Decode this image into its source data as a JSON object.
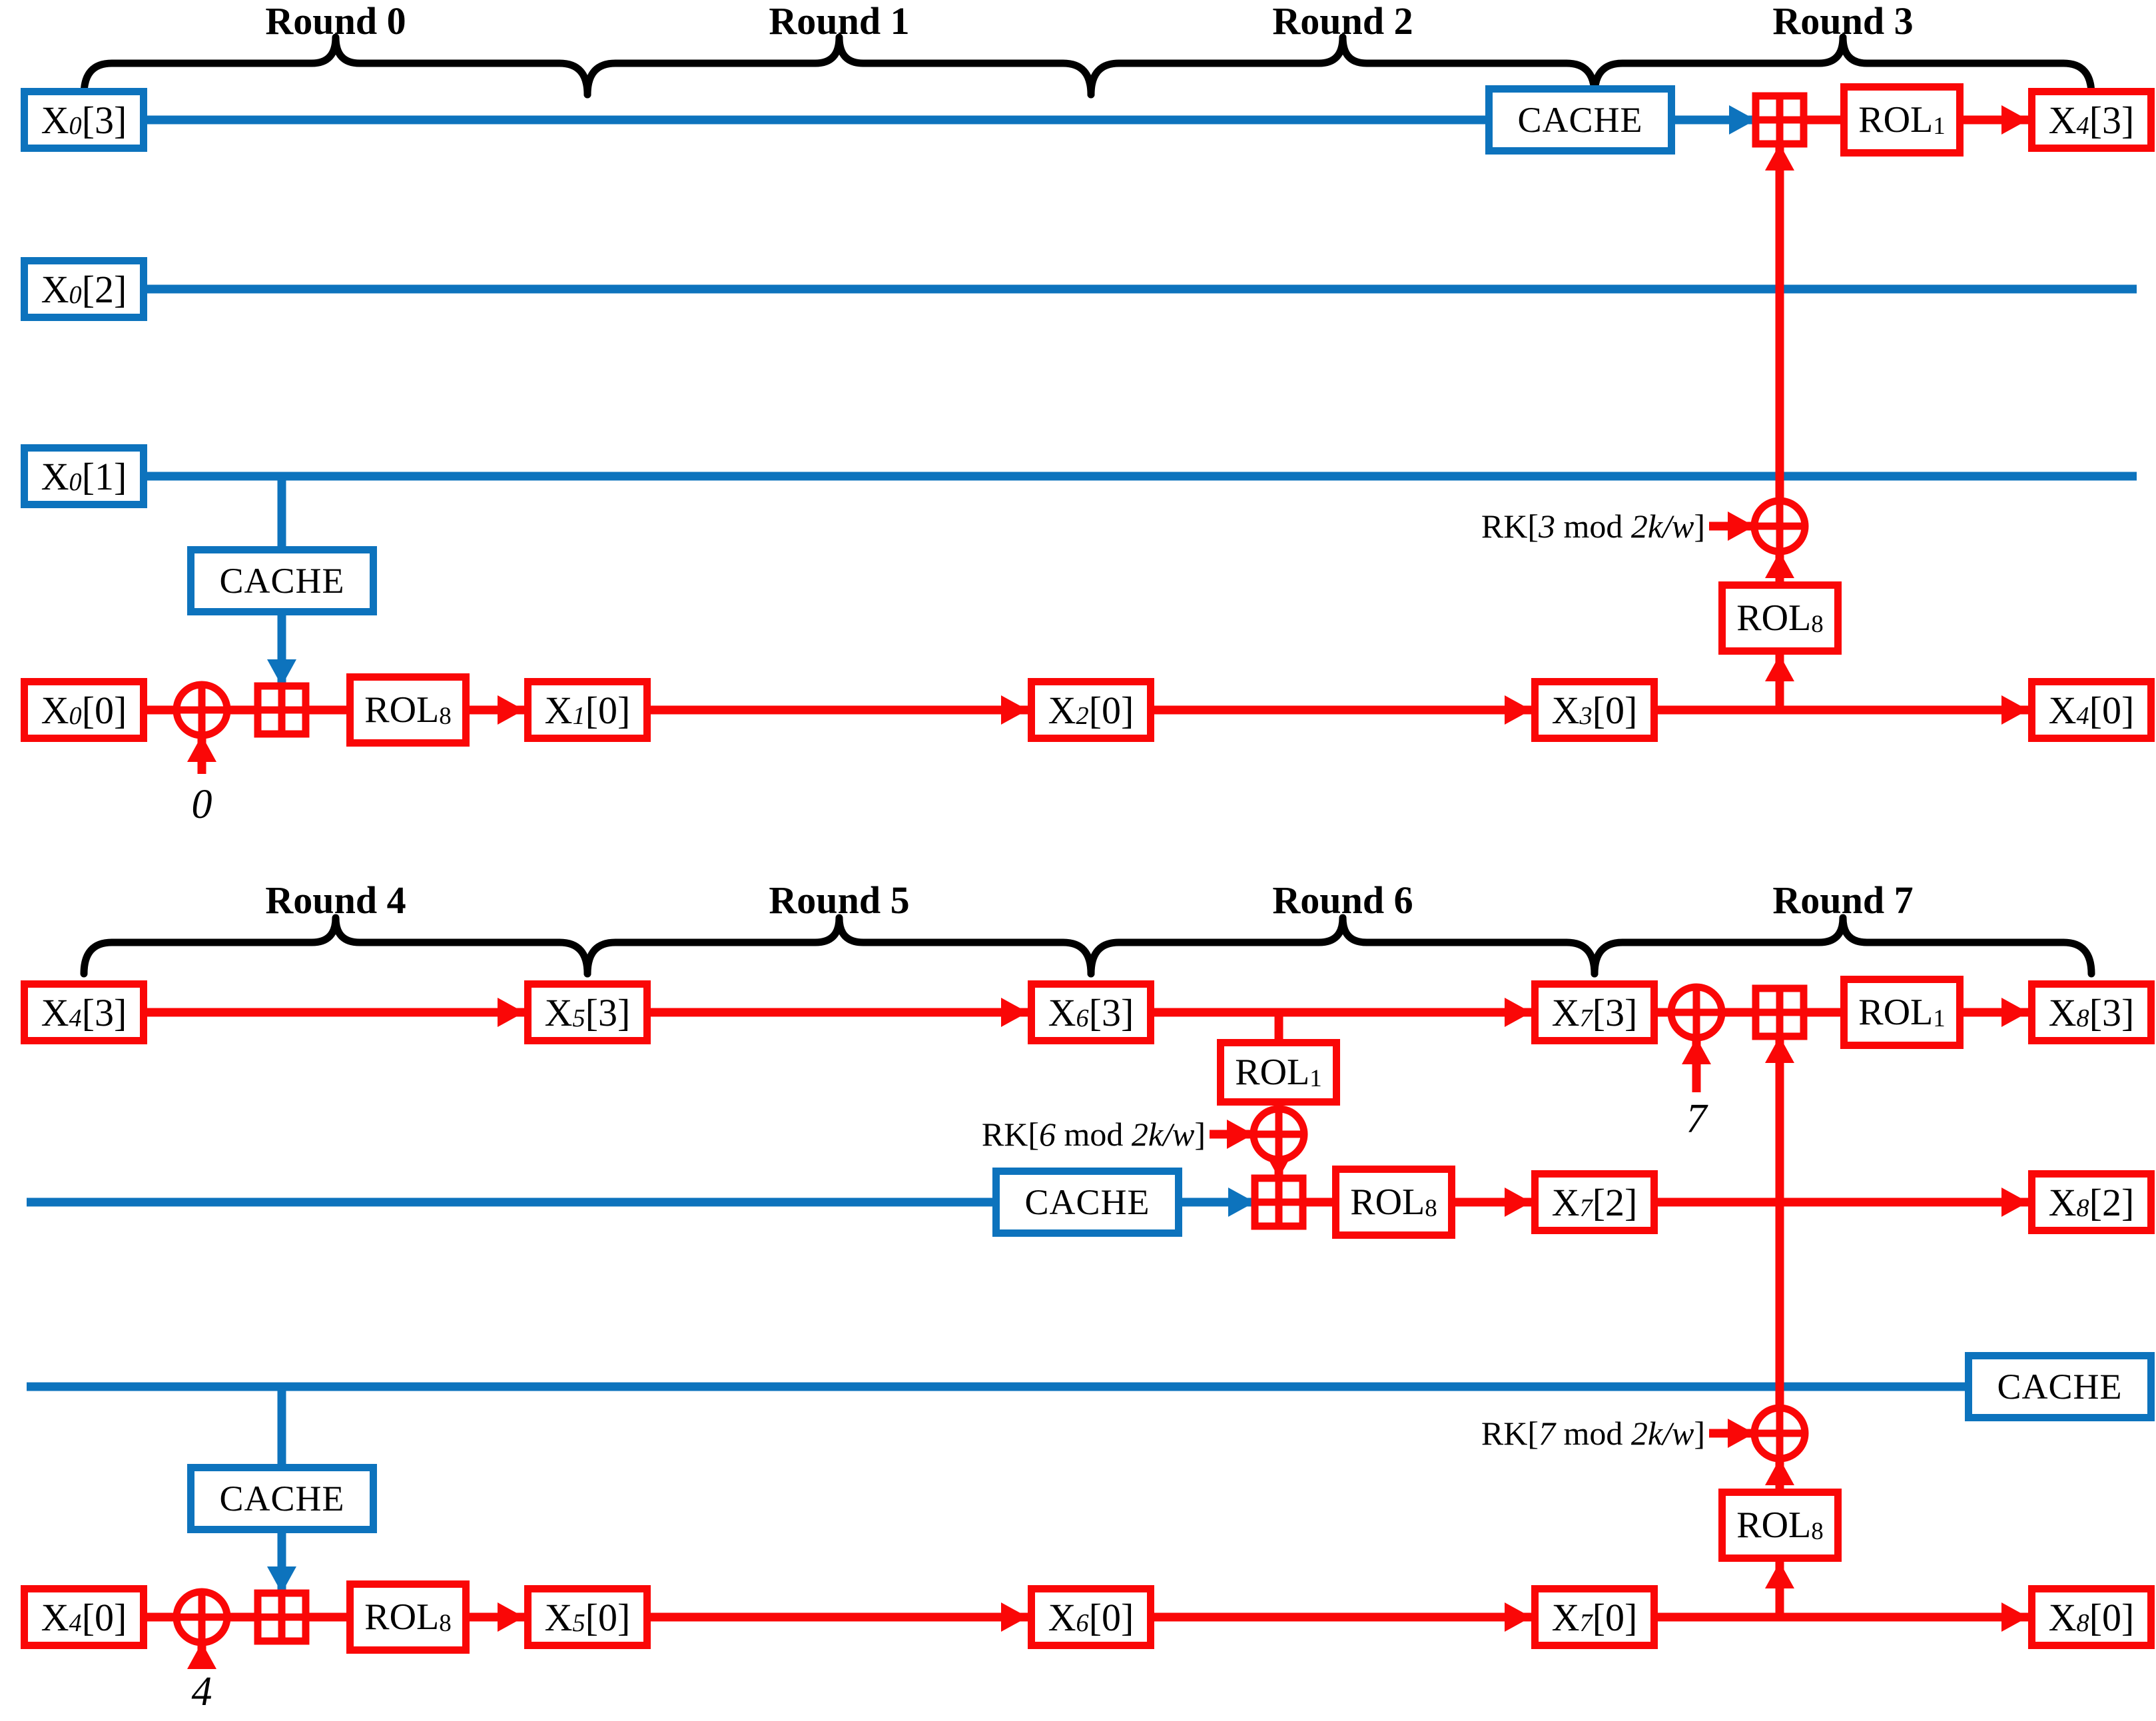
{
  "colors": {
    "blue": "#0d73bd",
    "red": "#fa0707",
    "black": "#000000"
  },
  "labels": {
    "cache": "CACHE"
  },
  "ops": {
    "rol1": {
      "t": "ROL",
      "s": "1"
    },
    "rol8": {
      "t": "ROL",
      "s": "8"
    }
  },
  "rounds_top": [
    "Round 0",
    "Round 1",
    "Round 2",
    "Round 3"
  ],
  "rounds_bottom": [
    "Round 4",
    "Round 5",
    "Round 6",
    "Round 7"
  ],
  "registers": {
    "x0_3": {
      "base": "X",
      "sub": "0",
      "index": "[3]"
    },
    "x0_2": {
      "base": "X",
      "sub": "0",
      "index": "[2]"
    },
    "x0_1": {
      "base": "X",
      "sub": "0",
      "index": "[1]"
    },
    "x0_0": {
      "base": "X",
      "sub": "0",
      "index": "[0]"
    },
    "x1_0": {
      "base": "X",
      "sub": "1",
      "index": "[0]"
    },
    "x2_0": {
      "base": "X",
      "sub": "2",
      "index": "[0]"
    },
    "x3_0": {
      "base": "X",
      "sub": "3",
      "index": "[0]"
    },
    "x4_0": {
      "base": "X",
      "sub": "4",
      "index": "[0]"
    },
    "x4_3": {
      "base": "X",
      "sub": "4",
      "index": "[3]"
    },
    "x5_3": {
      "base": "X",
      "sub": "5",
      "index": "[3]"
    },
    "x6_3": {
      "base": "X",
      "sub": "6",
      "index": "[3]"
    },
    "x7_3": {
      "base": "X",
      "sub": "7",
      "index": "[3]"
    },
    "x8_3": {
      "base": "X",
      "sub": "8",
      "index": "[3]"
    },
    "x7_2": {
      "base": "X",
      "sub": "7",
      "index": "[2]"
    },
    "x8_2": {
      "base": "X",
      "sub": "8",
      "index": "[2]"
    },
    "x5_0": {
      "base": "X",
      "sub": "5",
      "index": "[0]"
    },
    "x6_0": {
      "base": "X",
      "sub": "6",
      "index": "[0]"
    },
    "x7_0": {
      "base": "X",
      "sub": "7",
      "index": "[0]"
    },
    "x8_0": {
      "base": "X",
      "sub": "8",
      "index": "[0]"
    }
  },
  "rk": {
    "rk3": {
      "pre": "RK[",
      "num": "3",
      "mid": " mod ",
      "expr": "2k/w",
      "post": "]"
    },
    "rk6": {
      "pre": "RK[",
      "num": "6",
      "mid": " mod ",
      "expr": "2k/w",
      "post": "]"
    },
    "rk7": {
      "pre": "RK[",
      "num": "7",
      "mid": " mod ",
      "expr": "2k/w",
      "post": "]"
    }
  },
  "constants": {
    "c0": "0",
    "c4": "4",
    "c7": "7"
  }
}
